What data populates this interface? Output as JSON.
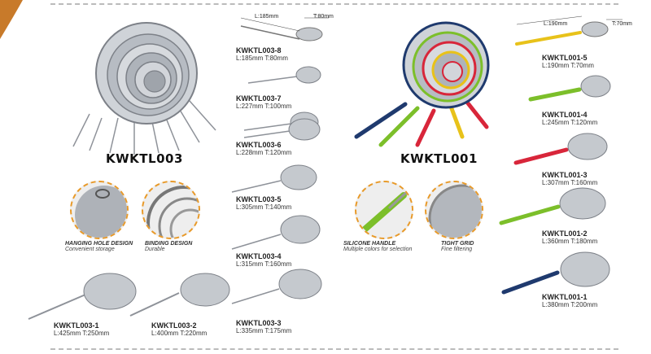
{
  "series_a": {
    "title": "KWKTL003",
    "items": [
      {
        "code": "KWKTL003-8",
        "dims": "L:185mm  T:80mm"
      },
      {
        "code": "KWKTL003-7",
        "dims": "L:227mm  T:100mm"
      },
      {
        "code": "KWKTL003-6",
        "dims": "L:228mm  T:120mm"
      },
      {
        "code": "KWKTL003-5",
        "dims": "L:305mm  T:140mm"
      },
      {
        "code": "KWKTL003-4",
        "dims": "L:315mm  T:160mm"
      },
      {
        "code": "KWKTL003-3",
        "dims": "L:335mm  T:175mm"
      },
      {
        "code": "KWKTL003-2",
        "dims": "L:400mm  T:220mm"
      },
      {
        "code": "KWKTL003-1",
        "dims": "L:425mm  T:250mm"
      }
    ],
    "features": [
      {
        "title": "HANGING HOLE DESIGN",
        "sub": "Convenient storage"
      },
      {
        "title": "BINDING DESIGN",
        "sub": "Durable"
      }
    ],
    "diagram": {
      "l": "L:185mm",
      "t": "T:80mm"
    }
  },
  "series_b": {
    "title": "KWKTL001",
    "items": [
      {
        "code": "KWKTL001-5",
        "dims": "L:190mm  T:70mm"
      },
      {
        "code": "KWKTL001-4",
        "dims": "L:245mm  T:120mm"
      },
      {
        "code": "KWKTL001-3",
        "dims": "L:307mm  T:160mm"
      },
      {
        "code": "KWKTL001-2",
        "dims": "L:360mm  T:180mm"
      },
      {
        "code": "KWKTL001-1",
        "dims": "L:380mm  T:200mm"
      }
    ],
    "features": [
      {
        "title": "SILICONE HANDLE",
        "sub": "Multiple colors for selection"
      },
      {
        "title": "TIGHT GRID",
        "sub": "Fine filtering"
      }
    ],
    "diagram": {
      "l": "L:190mm",
      "t": "T:70mm"
    }
  },
  "colors": {
    "accent": "#e89a2a",
    "navy": "#1f3a6e",
    "green": "#7cbf2a",
    "red": "#d8263a",
    "yellow": "#e8c21a",
    "steel": "#b8bcc2"
  }
}
